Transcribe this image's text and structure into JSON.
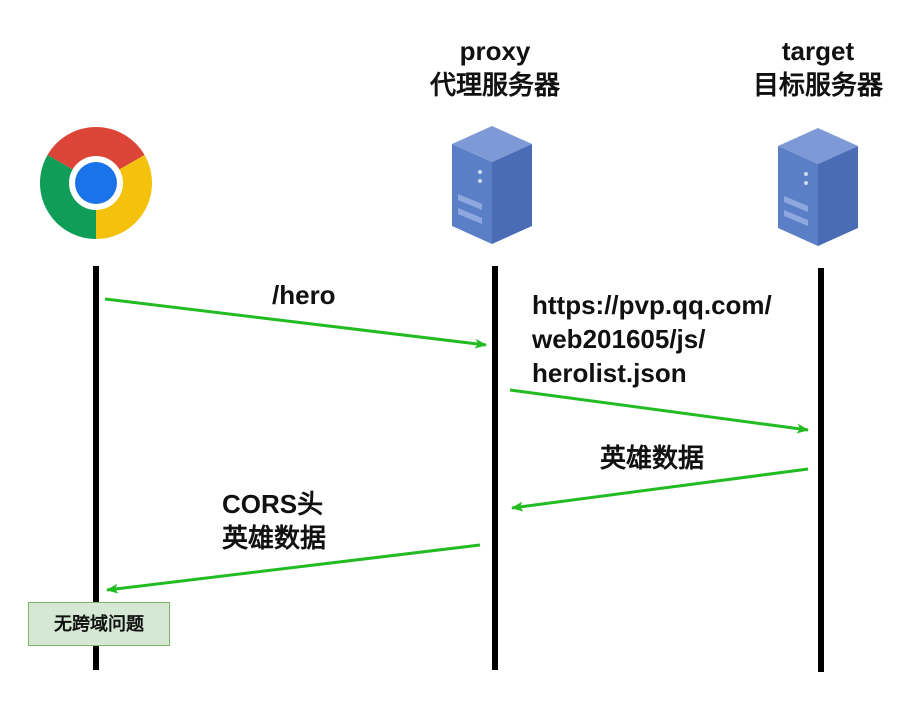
{
  "headers": {
    "proxy": {
      "name": "proxy",
      "desc": "代理服务器"
    },
    "target": {
      "name": "target",
      "desc": "目标服务器"
    }
  },
  "icons": {
    "browser": "chrome-icon",
    "proxy": "server-icon",
    "target": "server-icon"
  },
  "messages": {
    "request_proxy": "/hero",
    "request_target_lines": [
      "https://pvp.qq.com/",
      "web201605/js/",
      "herolist.json"
    ],
    "response_target": "英雄数据",
    "response_proxy_lines": [
      "CORS头",
      "英雄数据"
    ]
  },
  "badge": "无跨域问题",
  "colors": {
    "arrow": "#22bb22",
    "lifeline": "#000000",
    "server_front": "#5b7fc7",
    "server_top": "#7e9ad6",
    "badge_fill": "#d5e8d4",
    "badge_border": "#82b366"
  }
}
